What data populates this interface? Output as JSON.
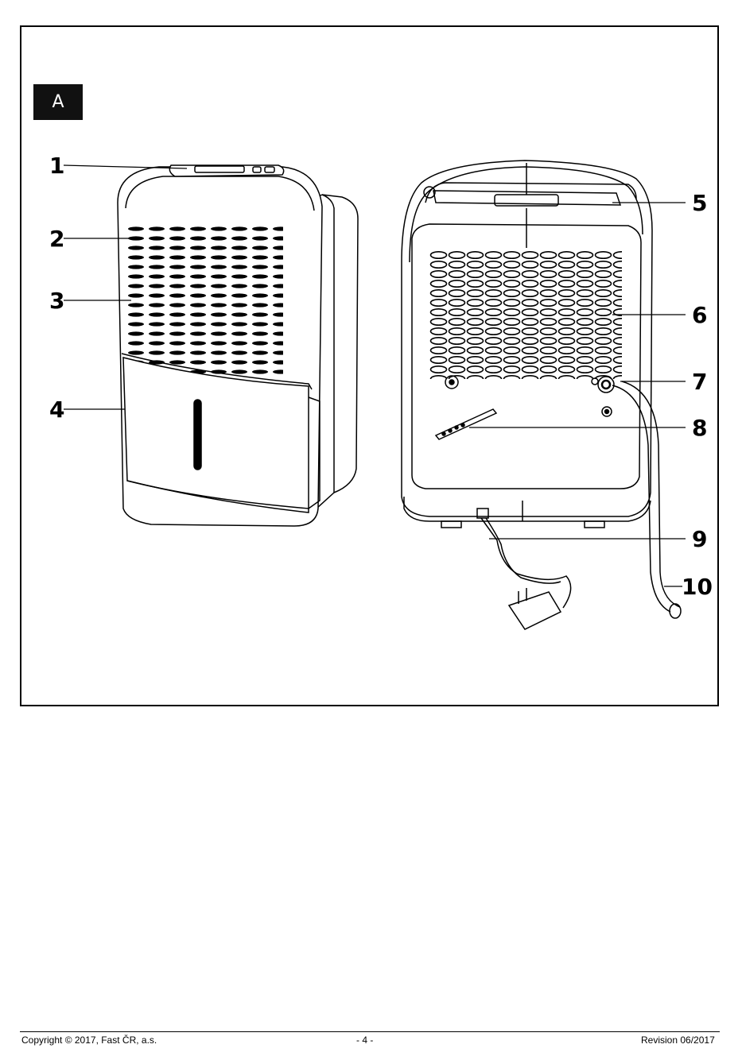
{
  "figure": {
    "section_label": "A",
    "callouts": [
      "1",
      "2",
      "3",
      "4",
      "5",
      "6",
      "7",
      "8",
      "9",
      "10"
    ]
  },
  "footer": {
    "copyright": "Copyright © 2017, Fast ČR, a.s.",
    "page_number": "- 4 -",
    "revision_label": "Revision",
    "revision_date": "06/2017"
  }
}
